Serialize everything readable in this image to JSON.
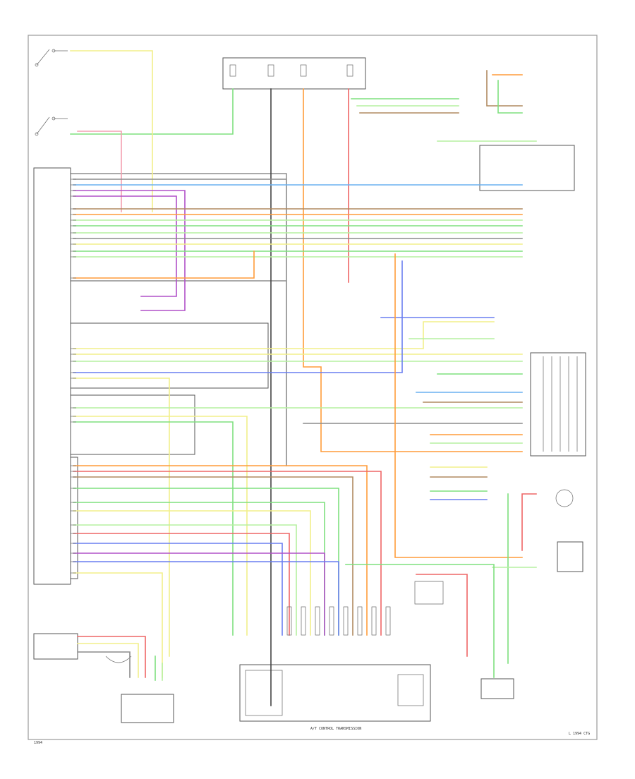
{
  "diagram": {
    "footer_left": "1994",
    "footer_right": "L 1994 CTG",
    "bottom_caption": "A/T CONTROL TRANSMISSION"
  },
  "colors": {
    "green": "#7ee07e",
    "lt_green": "#b6f0a0",
    "yellow": "#f2ef8a",
    "orange": "#ff9c3a",
    "red": "#ee6666",
    "violet": "#b050c8",
    "blue": "#6a7ef0",
    "lt_blue": "#6ab0f0",
    "brown": "#b08a60",
    "gray": "#8c8c8c",
    "black": "#444444",
    "pink": "#f4a0b0"
  }
}
